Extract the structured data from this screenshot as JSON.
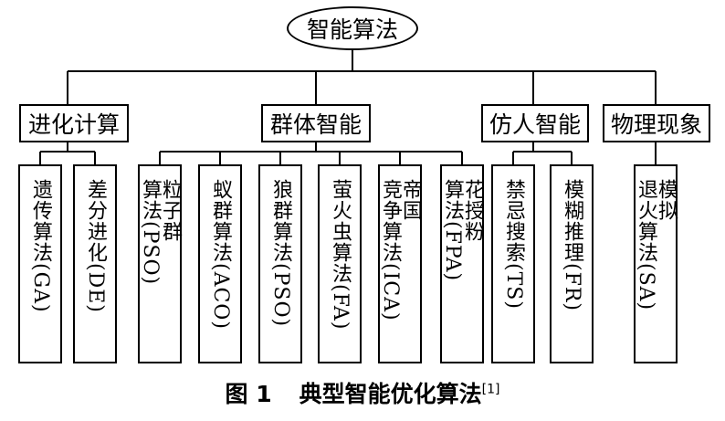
{
  "root": "智能算法",
  "categories": [
    {
      "label": "进化计算",
      "children": [
        "遗传算法(GA)",
        "差分进化(DE)"
      ]
    },
    {
      "label": "群体智能",
      "children": [
        "粒子群算法(PSO)",
        "蚁群算法(ACO)",
        "狼群算法(PSO)",
        "萤火虫算法(FA)",
        "帝国竞争算法(ICA)",
        "花授粉算法(FPA)"
      ]
    },
    {
      "label": "仿人智能",
      "children": [
        "禁忌搜索(TS)",
        "模糊推理(FR)"
      ]
    },
    {
      "label": "物理现象",
      "children": [
        "模拟退火算法(SA)"
      ]
    }
  ],
  "caption": {
    "figure": "图 1",
    "title": "典型智能优化算法",
    "ref": "[1]"
  }
}
